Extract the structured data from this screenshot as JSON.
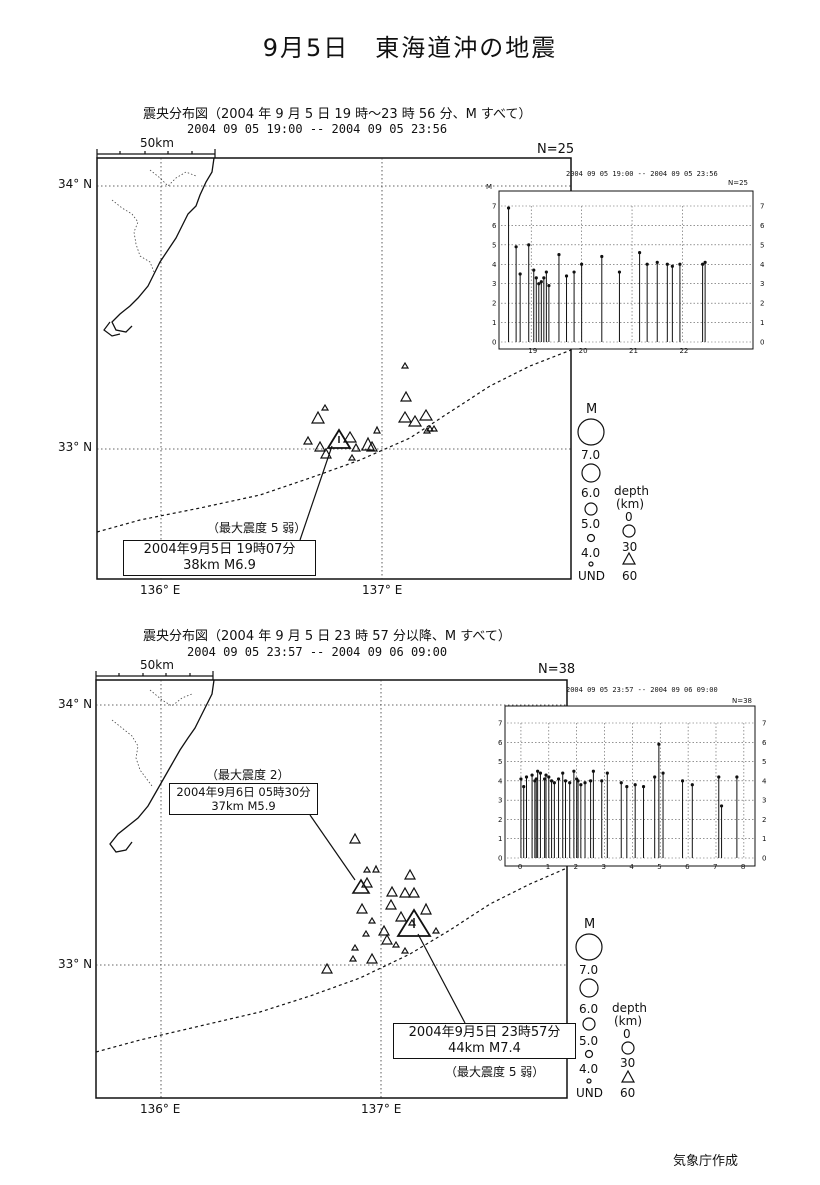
{
  "title": "9月5日　東海道沖の地震",
  "footer": "気象庁作成",
  "panels": [
    {
      "caption": "震央分布図（2004 年 9 月 5 日 19 時～23 時 56 分、M すべて）",
      "period": "2004  09  05  19:00  --  2004  09  05  23:56",
      "count": "N=25",
      "scale_label": "50km",
      "lat_labels": [
        "34° N",
        "33° N"
      ],
      "lon_labels": [
        "136° E",
        "137° E"
      ],
      "max_intensity": "（最大震度 5 弱）",
      "event_line1": "2004年9月5日  19時07分",
      "event_line2": "38km  M6.9",
      "chart_data": {
        "type": "bar",
        "title": "2004  09  05  19:00  --  2004  09  05  23:56",
        "count_label": "N=25",
        "ylabel": "M",
        "ylim": [
          0,
          7
        ],
        "y_ticks": [
          "0",
          "1",
          "2",
          "3",
          "4",
          "5",
          "6",
          "7"
        ],
        "x_ticks": [
          "19",
          "20",
          "21",
          "22"
        ],
        "x": [
          18.55,
          18.7,
          18.78,
          18.95,
          19.05,
          19.1,
          19.15,
          19.2,
          19.25,
          19.3,
          19.35,
          19.55,
          19.7,
          19.85,
          20.0,
          20.4,
          20.75,
          21.15,
          21.3,
          21.5,
          21.7,
          21.8,
          21.95,
          22.4,
          22.45
        ],
        "values": [
          6.9,
          4.9,
          3.5,
          5.0,
          3.7,
          3.3,
          3.0,
          3.1,
          3.3,
          3.6,
          2.9,
          4.5,
          3.4,
          3.6,
          4.0,
          4.4,
          3.6,
          4.6,
          4.0,
          4.1,
          4.0,
          3.9,
          4.0,
          4.0,
          4.1
        ]
      }
    },
    {
      "caption": "震央分布図（2004 年 9 月 5 日 23 時 57 分以降、M すべて）",
      "period": "2004  09  05  23:57  --  2004  09  06  09:00",
      "count": "N=38",
      "scale_label": "50km",
      "lat_labels": [
        "34° N",
        "33° N"
      ],
      "lon_labels": [
        "136° E",
        "137° E"
      ],
      "max_intensity": "（最大震度 2）",
      "event_line1": "2004年9月6日  05時30分",
      "event_line2": "37km  M5.9",
      "event2_line1": "2004年9月5日  23時57分",
      "event2_line2": "44km  M7.4",
      "event2_intensity": "（最大震度 5 弱）",
      "chart_data": {
        "type": "bar",
        "title": "2004  09  05  23:57  --  2004  09  06  09:00",
        "count_label": "N=38",
        "ylim": [
          0,
          7
        ],
        "y_ticks": [
          "0",
          "1",
          "2",
          "3",
          "4",
          "5",
          "6",
          "7"
        ],
        "x_ticks": [
          "0",
          "1",
          "2",
          "3",
          "4",
          "5",
          "6",
          "7",
          "8"
        ],
        "x": [
          0.0,
          0.1,
          0.2,
          0.4,
          0.5,
          0.55,
          0.6,
          0.7,
          0.85,
          0.9,
          1.0,
          1.1,
          1.2,
          1.35,
          1.5,
          1.6,
          1.75,
          1.9,
          2.0,
          2.05,
          2.15,
          2.3,
          2.5,
          2.6,
          2.9,
          3.1,
          3.6,
          3.8,
          4.1,
          4.4,
          4.8,
          4.95,
          5.1,
          5.8,
          6.15,
          7.1,
          7.2,
          7.75
        ],
        "values": [
          4.1,
          3.7,
          4.2,
          4.3,
          4.0,
          4.1,
          4.5,
          4.4,
          4.1,
          4.3,
          4.2,
          4.0,
          3.9,
          4.1,
          4.4,
          4.0,
          3.9,
          4.5,
          4.1,
          4.0,
          3.8,
          3.9,
          4.0,
          4.5,
          4.0,
          4.4,
          3.9,
          3.7,
          3.8,
          3.7,
          4.2,
          5.9,
          4.4,
          4.0,
          3.8,
          4.2,
          2.7,
          4.2
        ]
      }
    }
  ],
  "legend": {
    "m_title": "M",
    "m_labels": [
      "7.0",
      "6.0",
      "5.0",
      "4.0",
      "UND"
    ],
    "depth_title": "depth",
    "depth_unit": "(km)",
    "depth_labels": [
      "0",
      "30",
      "60"
    ]
  }
}
